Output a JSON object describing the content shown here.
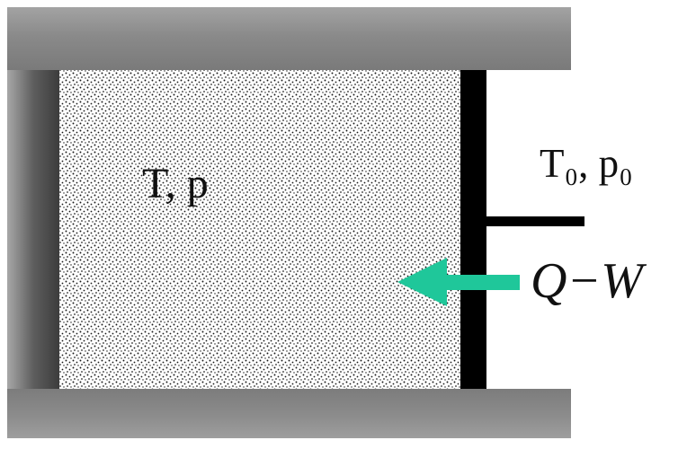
{
  "labels": {
    "gas_state": "T, p",
    "surroundings_state": "T₀, p₀",
    "energy_transfer": "Q−W"
  },
  "colors": {
    "arrow": "#1fc79a",
    "cylinder_wall": "#8c8c8c",
    "piston": "#000000",
    "gas_fill": "#ffffff",
    "gas_dots": "#1a1a1a"
  },
  "icons": {
    "gas_texture": "dotted-fill",
    "transfer_arrow": "arrow-left"
  }
}
